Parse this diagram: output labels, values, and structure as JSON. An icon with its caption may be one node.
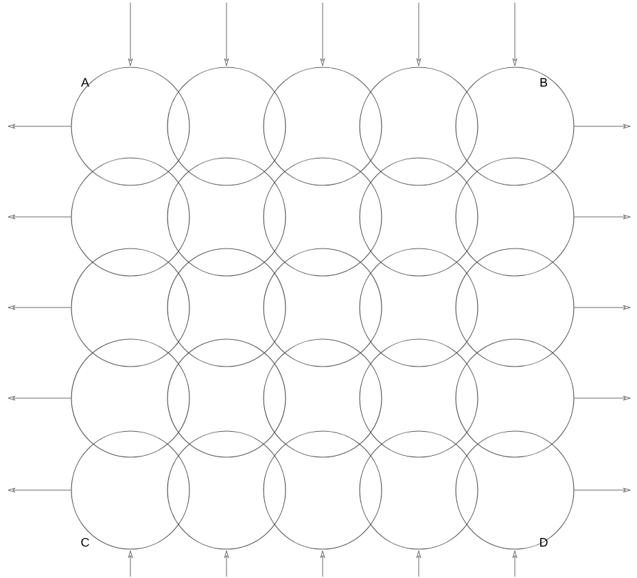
{
  "diagram": {
    "nodes": [
      {
        "text": [],
        "shape": "circle"
      },
      {
        "text": [],
        "shape": "circle"
      },
      {
        "text": [],
        "shape": "circle"
      },
      {
        "text": [],
        "shape": "circle"
      },
      {
        "text": [],
        "shape": "circle"
      },
      {
        "text": [],
        "shape": "circle"
      },
      {
        "text": [],
        "shape": "circle"
      },
      {
        "text": [],
        "shape": "circle"
      },
      {
        "text": [],
        "shape": "circle"
      },
      {
        "text": [],
        "shape": "circle"
      },
      {
        "text": [],
        "shape": "circle"
      },
      {
        "text": [],
        "shape": "circle"
      },
      {
        "text": [],
        "shape": "circle"
      },
      {
        "text": [],
        "shape": "circle"
      },
      {
        "text": [],
        "shape": "circle"
      },
      {
        "text": [],
        "shape": "circle"
      },
      {
        "text": [],
        "shape": "circle"
      },
      {
        "text": [],
        "shape": "circle"
      },
      {
        "text": [],
        "shape": "circle"
      },
      {
        "text": [],
        "shape": "circle"
      },
      {
        "text": [],
        "shape": "circle"
      },
      {
        "text": [],
        "shape": "circle"
      },
      {
        "text": [],
        "shape": "circle"
      },
      {
        "text": [],
        "shape": "circle"
      },
      {
        "text": [],
        "shape": "circle"
      }
    ],
    "edges": [
      {
        "from": null,
        "to": 0,
        "arrow": "to"
      },
      {
        "from": null,
        "to": 1,
        "arrow": "to"
      },
      {
        "from": null,
        "to": 2,
        "arrow": "to"
      },
      {
        "from": null,
        "to": 3,
        "arrow": "to"
      },
      {
        "from": null,
        "to": 4,
        "arrow": "to"
      },
      {
        "from": 0,
        "to": null,
        "arrow": "to"
      },
      {
        "from": 5,
        "to": null,
        "arrow": "to"
      },
      {
        "from": 10,
        "to": null,
        "arrow": "to"
      },
      {
        "from": 15,
        "to": null,
        "arrow": "to"
      },
      {
        "from": 20,
        "to": null,
        "arrow": "to"
      },
      {
        "from": 4,
        "to": null,
        "arrow": "to"
      },
      {
        "from": 9,
        "to": null,
        "arrow": "to"
      },
      {
        "from": 14,
        "to": null,
        "arrow": "to"
      },
      {
        "from": 19,
        "to": null,
        "arrow": "to"
      },
      {
        "from": 24,
        "to": null,
        "arrow": "to"
      },
      {
        "from": null,
        "to": 20,
        "arrow": "to"
      },
      {
        "from": null,
        "to": 21,
        "arrow": "to"
      },
      {
        "from": null,
        "to": 22,
        "arrow": "to"
      },
      {
        "from": null,
        "to": 23,
        "arrow": "to"
      },
      {
        "from": null,
        "to": 24,
        "arrow": "to"
      }
    ],
    "labels": [
      "A",
      "B",
      "C",
      "D"
    ]
  }
}
